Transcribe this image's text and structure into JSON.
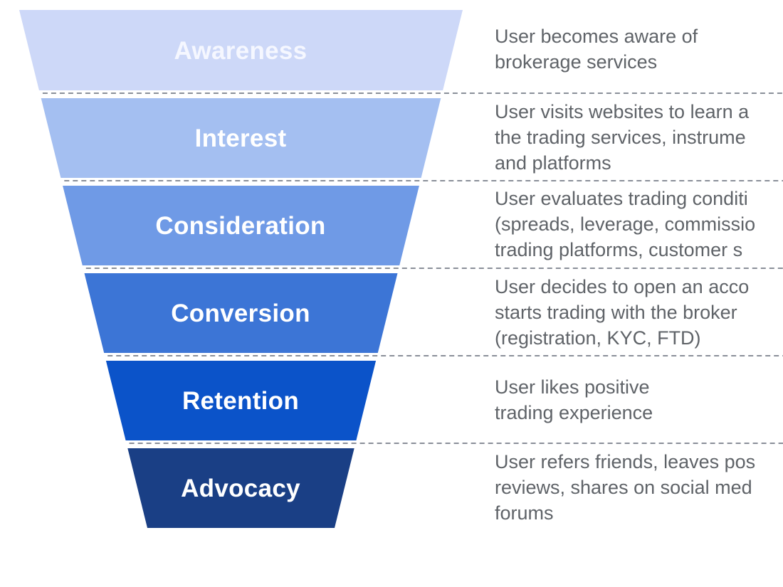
{
  "funnel": {
    "stages": [
      {
        "name": "Awareness",
        "description": "User becomes aware of\nbrokerage services",
        "fill": "#cdd8f8",
        "label_color": "#f5f7ff"
      },
      {
        "name": "Interest",
        "description": "User visits websites to learn a\nthe trading services, instrume\nand platforms",
        "fill": "#a4bff1",
        "label_color": "#ffffff"
      },
      {
        "name": "Consideration",
        "description": "User evaluates trading conditi\n(spreads, leverage, commissio\ntrading platforms, customer s",
        "fill": "#6f9ae6",
        "label_color": "#ffffff"
      },
      {
        "name": "Conversion",
        "description": "User decides to open an acco\nstarts trading with the broker\n(registration, KYC, FTD)",
        "fill": "#3c75d6",
        "label_color": "#ffffff"
      },
      {
        "name": "Retention",
        "description": "User likes positive\ntrading experience",
        "fill": "#0b53c9",
        "label_color": "#ffffff"
      },
      {
        "name": "Advocacy",
        "description": "User refers friends, leaves pos\nreviews, shares on social med\nforums",
        "fill": "#1a3f85",
        "label_color": "#ffffff"
      }
    ],
    "divider_color": "#8a8f99"
  }
}
